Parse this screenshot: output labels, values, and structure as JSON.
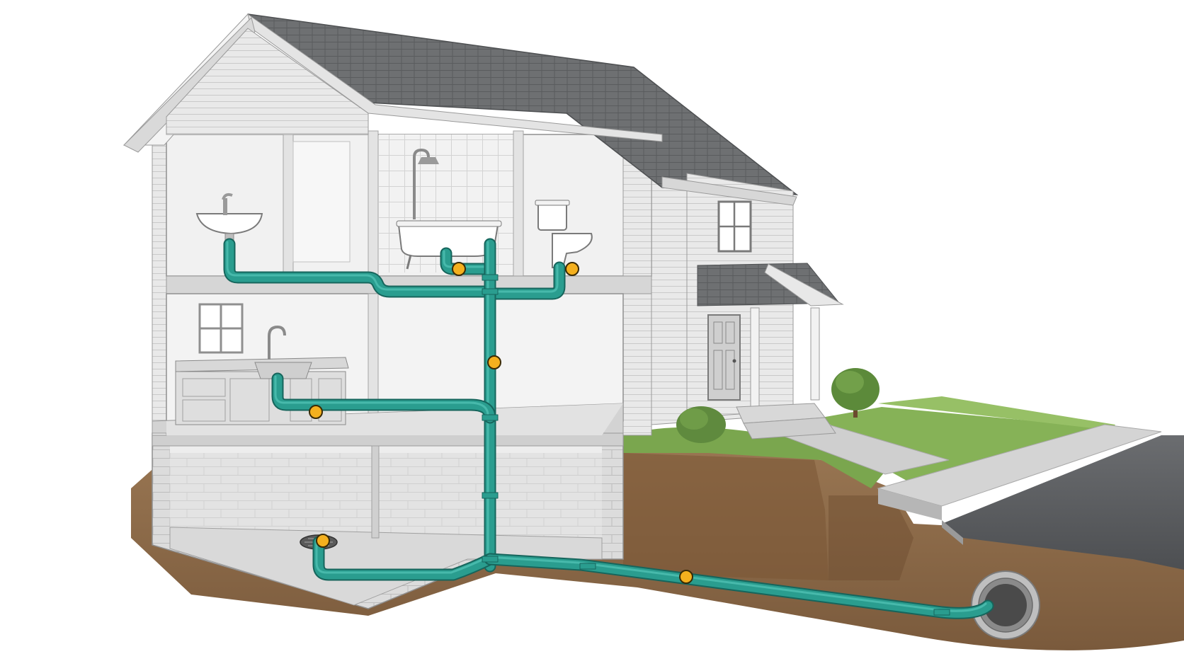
{
  "diagram": {
    "subject": "house-drain-waste-plumbing-cutaway",
    "colors": {
      "pipe": "#2a9d8f",
      "pipe_edge": "#16655c",
      "pipe_highlight": "#5fd0c2",
      "marker_fill": "#f4b01e",
      "marker_stroke": "#3a2a05",
      "roof": "#6b6d6f",
      "wall": "#e6e6e6",
      "interior": "#f4f4f4",
      "soil": "#8c6a48",
      "grass": "#7aa64e",
      "road": "#5a5c5e"
    },
    "fixtures": [
      {
        "name": "bathroom-sink",
        "icon": "sink-icon"
      },
      {
        "name": "clawfoot-bathtub",
        "icon": "bathtub-icon"
      },
      {
        "name": "shower-head",
        "icon": "shower-icon"
      },
      {
        "name": "toilet",
        "icon": "toilet-icon"
      },
      {
        "name": "kitchen-sink",
        "icon": "faucet-icon"
      },
      {
        "name": "basement-floor-drain",
        "icon": "drain-icon"
      },
      {
        "name": "municipal-sewer-main",
        "icon": "sewer-pipe-icon"
      }
    ],
    "markers": [
      {
        "name": "marker-bathtub-drain"
      },
      {
        "name": "marker-toilet-drain"
      },
      {
        "name": "marker-main-stack"
      },
      {
        "name": "marker-kitchen-drain"
      },
      {
        "name": "marker-floor-drain"
      },
      {
        "name": "marker-sewer-lateral"
      }
    ]
  }
}
